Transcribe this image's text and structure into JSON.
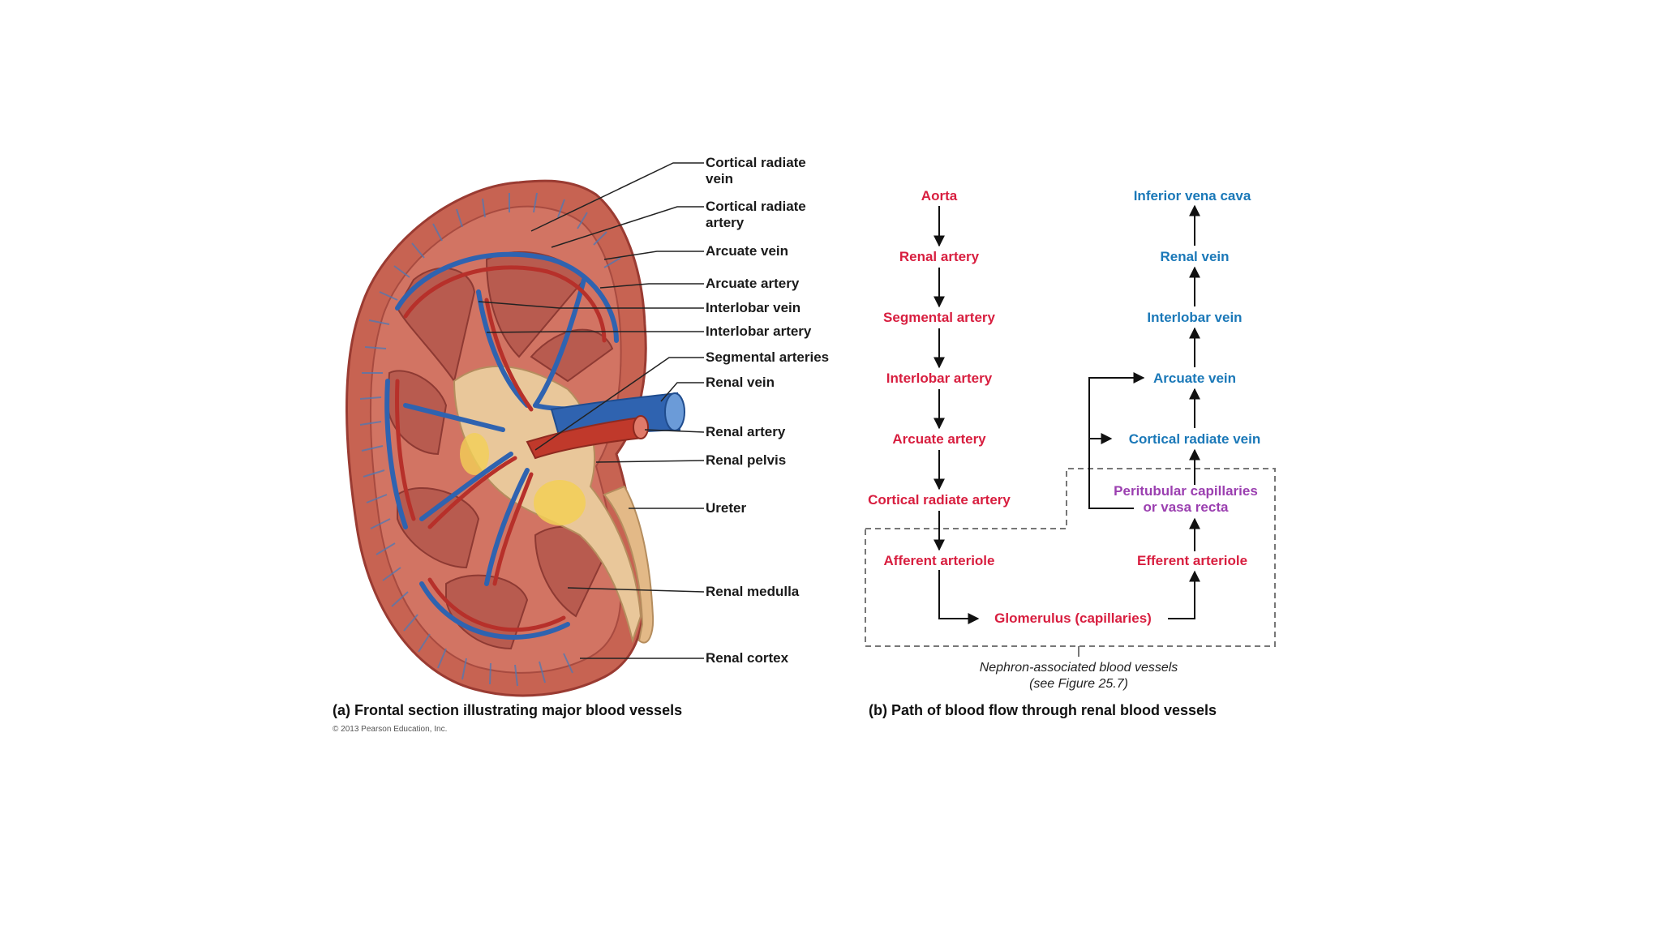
{
  "panel_a": {
    "caption": "(a) Frontal section illustrating major blood vessels",
    "copyright": "© 2013 Pearson Education, Inc.",
    "labels": [
      "Cortical radiate\nvein",
      "Cortical radiate\nartery",
      "Arcuate vein",
      "Arcuate artery",
      "Interlobar vein",
      "Interlobar artery",
      "Segmental arteries",
      "Renal vein",
      "Renal artery",
      "Renal pelvis",
      "Ureter",
      "Renal medulla",
      "Renal cortex"
    ]
  },
  "panel_b": {
    "caption": "(b) Path of blood flow through renal blood vessels",
    "arterial_path": [
      "Aorta",
      "Renal artery",
      "Segmental artery",
      "Interlobar artery",
      "Arcuate artery",
      "Cortical radiate artery",
      "Afferent arteriole"
    ],
    "glomerulus": "Glomerulus (capillaries)",
    "efferent": "Efferent arteriole",
    "peritubular": "Peritubular capillaries\nor vasa recta",
    "venous_path": [
      "Cortical radiate vein",
      "Arcuate vein",
      "Interlobar vein",
      "Renal vein",
      "Inferior vena cava"
    ],
    "nephron_note": "Nephron-associated blood vessels\n(see Figure 25.7)"
  },
  "colors": {
    "artery": "#d81e3f",
    "vein": "#1a78b8",
    "capillary": "#9b3fb0",
    "cortex": "#c65c4d",
    "medulla": "#b9574c",
    "pelvis": "#e9c79a"
  }
}
